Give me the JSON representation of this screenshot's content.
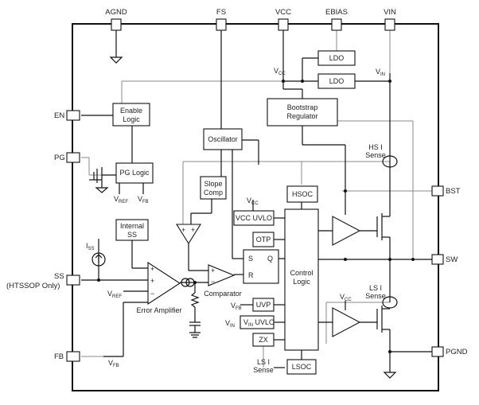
{
  "pins": {
    "agnd": "AGND",
    "fs": "FS",
    "vcc": "VCC",
    "ebias": "EBIAS",
    "vin": "VIN",
    "en": "EN",
    "pg": "PG",
    "ss": "SS",
    "ss_note": "(HTSSOP Only)",
    "fb": "FB",
    "bst": "BST",
    "sw": "SW",
    "pgnd": "PGND"
  },
  "blocks": {
    "ldo1": "LDO",
    "ldo2": "LDO",
    "bootstrap_line1": "Bootstrap",
    "bootstrap_line2": "Regulator",
    "enable_line1": "Enable",
    "enable_line2": "Logic",
    "oscillator": "Oscillator",
    "pg_logic": "PG Logic",
    "slope_line1": "Slope",
    "slope_line2": "Comp",
    "internal_ss_line1": "Internal",
    "internal_ss_line2": "SS",
    "hsoc": "HSOC",
    "vcc_uvlo": "VCC UVLO",
    "otp": "OTP",
    "uvp": "UVP",
    "vin_uvlo_v": "V",
    "vin_uvlo_sub": "IN",
    "vin_uvlo_rest": " UVLO",
    "zx": "ZX",
    "lsoc": "LSOC",
    "control_line1": "Control",
    "control_line2": "Logic",
    "sr_s": "S",
    "sr_q": "Q",
    "sr_r": "R"
  },
  "labels": {
    "vcc_v": "V",
    "vcc_sub": "CC",
    "vin_v": "V",
    "vin_sub": "IN",
    "vref_v": "V",
    "vref_sub": "REF",
    "vfb_v": "V",
    "vfb_sub": "FB",
    "vref2_v": "V",
    "vref2_sub": "REF",
    "vfb2_v": "V",
    "vfb2_sub": "FB",
    "vfb3_v": "V",
    "vfb3_sub": "FB",
    "vin2_v": "V",
    "vin2_sub": "IN",
    "vcc2_v": "V",
    "vcc2_sub": "CC",
    "vcc3_v": "V",
    "vcc3_sub": "CC",
    "iss_i": "I",
    "iss_sub": "SS",
    "hs_sense_line1": "HS I",
    "hs_sense_line2": "Sense",
    "ls_sense_line1": "LS I",
    "ls_sense_line2": "Sense",
    "ls_sense2_line1": "LS I",
    "ls_sense2_line2": "Sense",
    "error_amplifier": "Error Amplifier",
    "comparator": "Comparator",
    "plus": "+",
    "minus": "−"
  }
}
